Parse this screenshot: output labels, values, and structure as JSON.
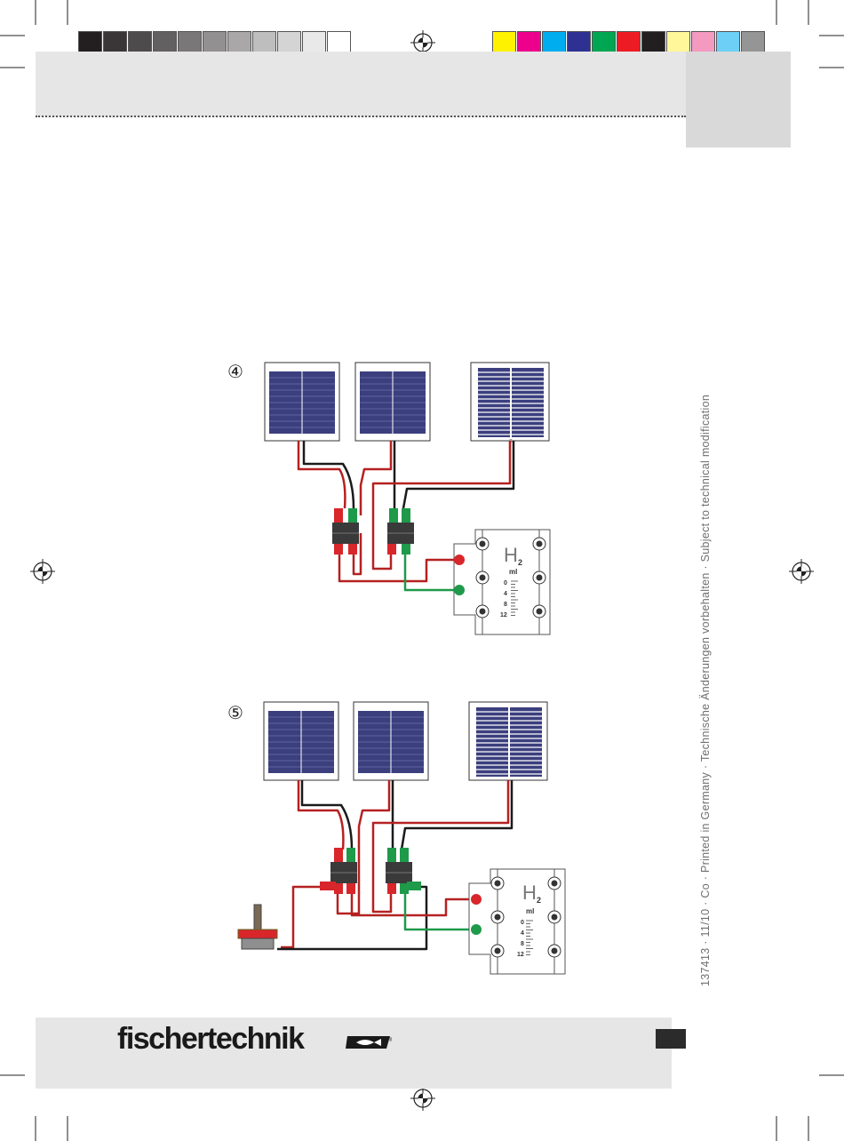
{
  "steps": [
    {
      "label": "④"
    },
    {
      "label": "⑤"
    }
  ],
  "electrolyzer": {
    "symbol": "H",
    "subscript": "2",
    "unit": "ml",
    "scale": [
      "0",
      "4",
      "8",
      "12"
    ]
  },
  "brand": {
    "logo_text": "fischertechnik",
    "registered": "®"
  },
  "imprint": "137413 · 11/10 · Co · Printed in Germany · Technische Änderungen vorbehalten · Subject to technical modification",
  "colors": {
    "wire_red": "#b52121",
    "wire_black": "#1b1b1b",
    "plug_green": "#1e9a4a",
    "plug_red": "#d8262b",
    "solar_cell": "#3b3f7e"
  },
  "color_bar": {
    "grays": [
      "#231f20",
      "#3a3637",
      "#4e4b4c",
      "#636061",
      "#7a7778",
      "#929091",
      "#a9a7a8",
      "#bfbebe",
      "#d5d4d4",
      "#e9e9e9",
      "#ffffff"
    ],
    "process": [
      "#fff200",
      "#ec008c",
      "#00aeef",
      "#2e3192",
      "#00a651",
      "#ed1c24",
      "#231f20",
      "#fff799",
      "#f49ac1",
      "#6dcff6",
      "#959595"
    ]
  }
}
